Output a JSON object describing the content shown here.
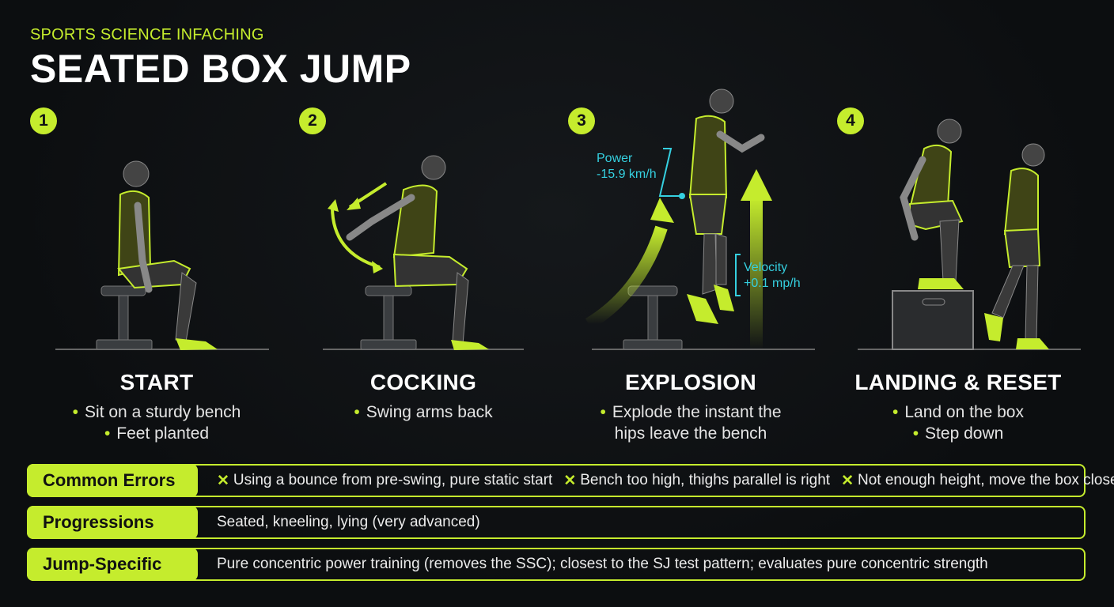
{
  "header": {
    "kicker": "SPORTS SCIENCE INFACHING",
    "title": "SEATED BOX JUMP"
  },
  "steps": [
    {
      "number": "1",
      "title": "START",
      "bullets": [
        "Sit on a sturdy bench",
        "Feet planted"
      ]
    },
    {
      "number": "2",
      "title": "COCKING",
      "bullets": [
        "Swing arms back"
      ]
    },
    {
      "number": "3",
      "title": "EXPLOSION",
      "bullets": [
        "Explode the instant the",
        "hips leave the bench"
      ]
    },
    {
      "number": "4",
      "title": "LANDING & RESET",
      "bullets": [
        "Land on the box",
        "Step down"
      ]
    }
  ],
  "annotations": {
    "power_label": "Power",
    "power_value": "-15.9 km/h",
    "velocity_label": "Velocity",
    "velocity_value": "+0.1 mp/h"
  },
  "info_rows": {
    "errors": {
      "label": "Common Errors",
      "items": [
        "Using a bounce from pre-swing, pure static start",
        "Bench too high, thighs parallel is right",
        "Not enough height, move the box closer"
      ]
    },
    "progressions": {
      "label": "Progressions",
      "text": "Seated, kneeling, lying (very advanced)"
    },
    "jump_specific": {
      "label": "Jump-Specific",
      "text": "Pure concentric power training (removes the SSC); closest to the SJ test pattern; evaluates pure concentric strength"
    }
  },
  "colors": {
    "accent": "#c5ec2d",
    "annotation": "#35d0e0",
    "background": "#0e1012"
  },
  "icons": [
    "bullet-dot-icon",
    "error-x-icon",
    "arrow-up-icon",
    "curved-arrow-icon"
  ]
}
